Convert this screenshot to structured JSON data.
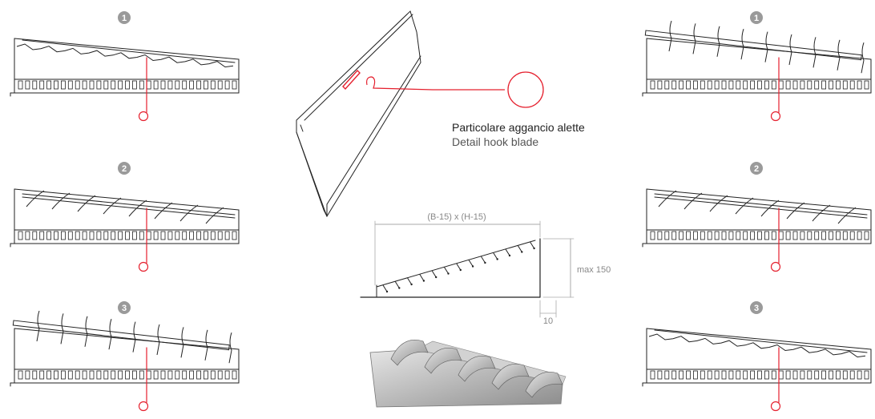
{
  "caption": {
    "line1": "Particolare aggancio alette",
    "line2": "Detail hook blade"
  },
  "dimensions": {
    "width_expr": "(B-15) x (H-15)",
    "height_max": "max 150",
    "flange": "10"
  },
  "badges": {
    "left": [
      "1",
      "2",
      "3"
    ],
    "right": [
      "1",
      "2",
      "3"
    ]
  },
  "colors": {
    "line": "#222222",
    "accent": "#e5202e",
    "badge": "#9a9a9a",
    "dimension": "#aaaaaa"
  }
}
